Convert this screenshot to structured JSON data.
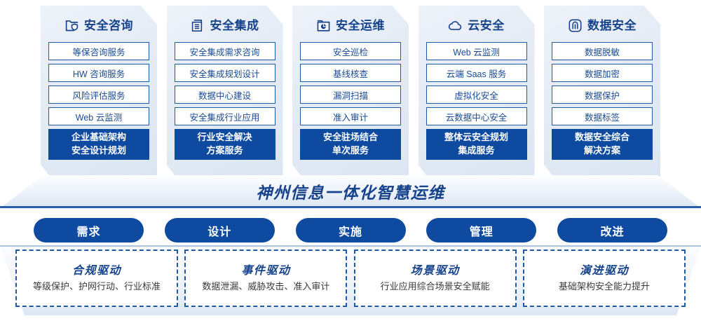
{
  "columns": [
    {
      "icon": "folder-shield-icon",
      "title": "安全咨询",
      "items": [
        "等保咨询服务",
        "HW 咨询服务",
        "风险评估服务",
        "Web 云监测"
      ],
      "footer": "企业基础架构\n安全设计规划"
    },
    {
      "icon": "stacked-servers-icon",
      "title": "安全集成",
      "items": [
        "安全集成需求咨询",
        "安全集成规划设计",
        "数据中心建设",
        "安全集成行业应用"
      ],
      "footer": "行业安全解决\n方案服务"
    },
    {
      "icon": "folder-clock-icon",
      "title": "安全运维",
      "items": [
        "安全巡检",
        "基线核查",
        "漏洞扫描",
        "准入审计"
      ],
      "footer": "安全驻场结合\n单次服务"
    },
    {
      "icon": "cloud-icon",
      "title": "云安全",
      "items": [
        "Web 云监测",
        "云端 Saas 服务",
        "虚拟化安全",
        "云数据中心安全"
      ],
      "footer": "整体云安全规划\n集成服务"
    },
    {
      "icon": "fingerprint-icon",
      "title": "数据安全",
      "items": [
        "数据脱敏",
        "数据加密",
        "数据保护",
        "数据标签"
      ],
      "footer": "数据安全综合\n解决方案"
    }
  ],
  "banner": {
    "title": "神州信息一体化智慧运维"
  },
  "stages": [
    {
      "label": "需求"
    },
    {
      "label": "设计"
    },
    {
      "label": "实施"
    },
    {
      "label": "管理"
    },
    {
      "label": "改进"
    }
  ],
  "drivers": [
    {
      "title": "合规驱动",
      "desc": "等级保护、护网行动、行业标准"
    },
    {
      "title": "事件驱动",
      "desc": "数据泄漏、威胁攻击、准入审计"
    },
    {
      "title": "场景驱动",
      "desc": "行业应用综合场景安全赋能"
    },
    {
      "title": "演进驱动",
      "desc": "基础架构安全能力提升"
    }
  ],
  "colors": {
    "primary_blue": "#0e4ba0",
    "title_blue": "#16438c",
    "border_blue": "#1e5aa8",
    "panel_bg": "#e4ebf5"
  }
}
